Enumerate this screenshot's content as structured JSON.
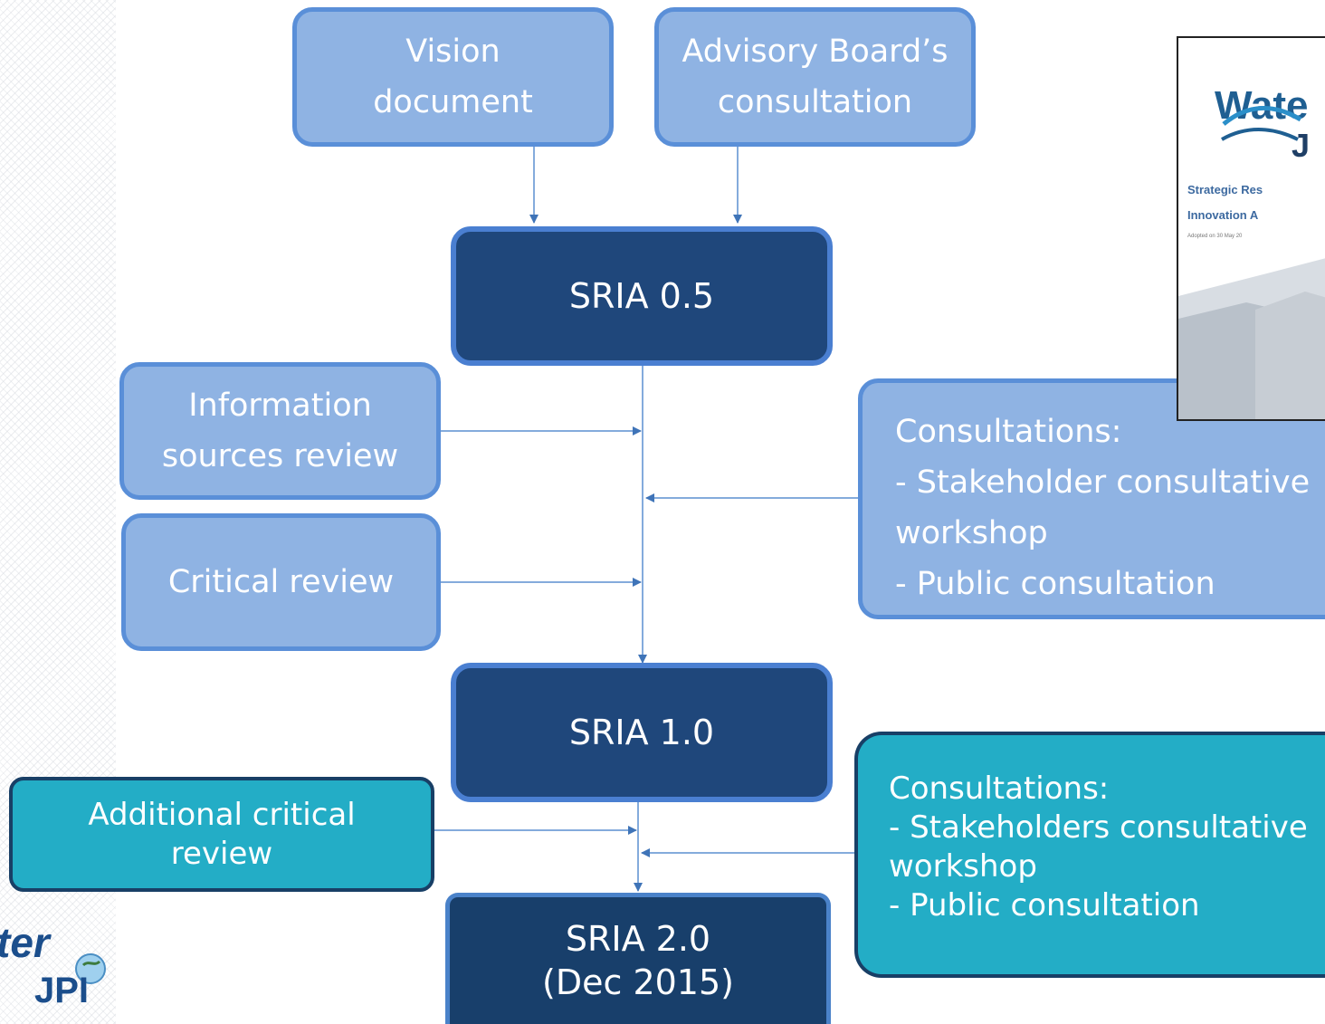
{
  "boxes": {
    "vision": "Vision\ndocument",
    "advisory": "Advisory Board’s\nconsultation",
    "sria05": "SRIA 0.5",
    "info_review": "Information\nsources review",
    "critical_review": "Critical review",
    "consult1": "Consultations:\n- Stakeholder consultative\nworkshop\n- Public consultation",
    "sria10": "SRIA 1.0",
    "additional_review": "Additional critical\nreview",
    "consult2": "Consultations:\n- Stakeholders consultative\nworkshop\n- Public consultation",
    "sria20": "SRIA 2.0\n(Dec 2015)"
  },
  "cover": {
    "brand_line1": "Wate",
    "brand_line2": "J",
    "subtitle1": "Strategic Res",
    "subtitle2": "Innovation A",
    "subtitle3": "Adopted on 30 May 20"
  },
  "logo": {
    "line1": "ter",
    "line2": "JPI"
  },
  "colors": {
    "light_box": "#8fb3e3",
    "dark_box": "#1f477b",
    "teal_box": "#23adc6",
    "navy_box": "#183f6b",
    "arrow": "#4a7fc0"
  }
}
